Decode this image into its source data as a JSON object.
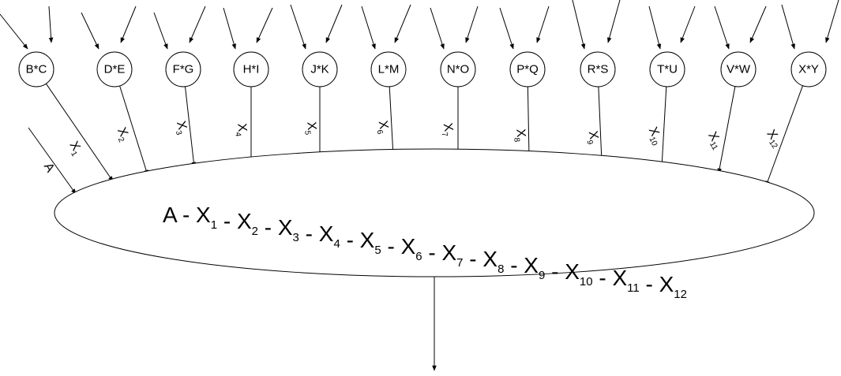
{
  "nodes": [
    {
      "id": "bc",
      "label": "B*C"
    },
    {
      "id": "de",
      "label": "D*E"
    },
    {
      "id": "fg",
      "label": "F*G"
    },
    {
      "id": "hi",
      "label": "H*I"
    },
    {
      "id": "jk",
      "label": "J*K"
    },
    {
      "id": "lm",
      "label": "L*M"
    },
    {
      "id": "no",
      "label": "N*O"
    },
    {
      "id": "pq",
      "label": "P*Q"
    },
    {
      "id": "rs",
      "label": "R*S"
    },
    {
      "id": "tu",
      "label": "T*U"
    },
    {
      "id": "vw",
      "label": "V*W"
    },
    {
      "id": "xy",
      "label": "X*Y"
    }
  ],
  "edge_labels": [
    {
      "base": "A",
      "sub": ""
    },
    {
      "base": "X",
      "sub": "1"
    },
    {
      "base": "X",
      "sub": "2"
    },
    {
      "base": "X",
      "sub": "3"
    },
    {
      "base": "X",
      "sub": "4"
    },
    {
      "base": "X",
      "sub": "5"
    },
    {
      "base": "X",
      "sub": "6"
    },
    {
      "base": "X",
      "sub": "7"
    },
    {
      "base": "X",
      "sub": "8"
    },
    {
      "base": "X",
      "sub": "9"
    },
    {
      "base": "X",
      "sub": "10"
    },
    {
      "base": "X",
      "sub": "11"
    },
    {
      "base": "X",
      "sub": "12"
    }
  ],
  "expression": {
    "first": "A",
    "separator": " - ",
    "terms": [
      {
        "base": "X",
        "sub": "1"
      },
      {
        "base": "X",
        "sub": "2"
      },
      {
        "base": "X",
        "sub": "3"
      },
      {
        "base": "X",
        "sub": "4"
      },
      {
        "base": "X",
        "sub": "5"
      },
      {
        "base": "X",
        "sub": "6"
      },
      {
        "base": "X",
        "sub": "7"
      },
      {
        "base": "X",
        "sub": "8"
      },
      {
        "base": "X",
        "sub": "9"
      },
      {
        "base": "X",
        "sub": "10"
      },
      {
        "base": "X",
        "sub": "11"
      },
      {
        "base": "X",
        "sub": "12"
      }
    ]
  }
}
